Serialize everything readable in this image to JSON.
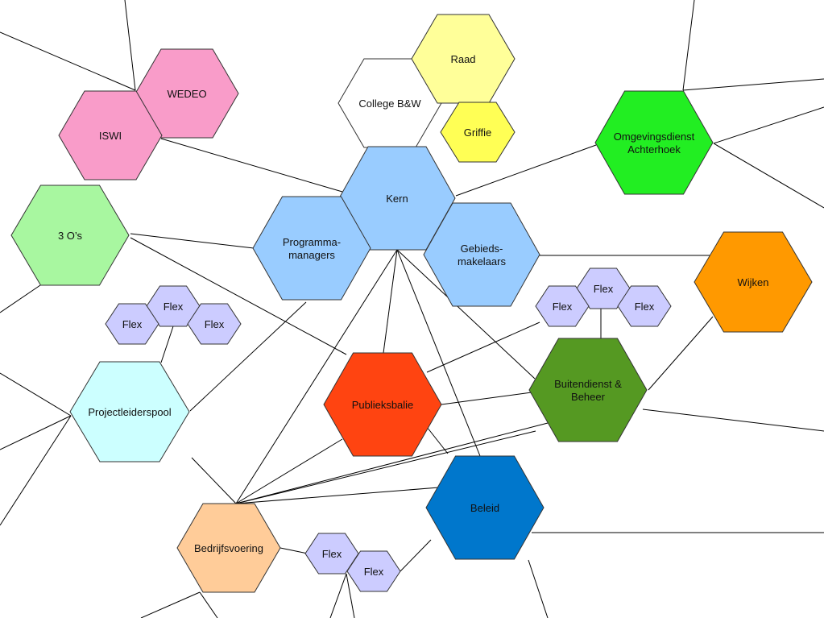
{
  "nodes": {
    "wedeo": {
      "label": "WEDEO",
      "color": "#f99cc9"
    },
    "iswi": {
      "label": "ISWI",
      "color": "#f99cc9"
    },
    "college": {
      "label": "College B&W",
      "color": "#ffffff"
    },
    "raad": {
      "label": "Raad",
      "color": "#ffff99"
    },
    "griffie": {
      "label": "Griffie",
      "color": "#ffff55"
    },
    "omgevingsdienst": {
      "label": [
        "Omgevingsdienst",
        "Achterhoek"
      ],
      "color": "#22ee22"
    },
    "kern": {
      "label": "Kern",
      "color": "#99ccff"
    },
    "programma": {
      "label": [
        "Programma-",
        "managers"
      ],
      "color": "#99ccff"
    },
    "gebieds": {
      "label": [
        "Gebieds-",
        "makelaars"
      ],
      "color": "#99ccff"
    },
    "drie_os": {
      "label": "3 O’s",
      "color": "#a8f7a0"
    },
    "wijken": {
      "label": "Wijken",
      "color": "#ff9900"
    },
    "flex_pl_top": {
      "label": "Flex",
      "color": "#ccccff"
    },
    "flex_pl_left": {
      "label": "Flex",
      "color": "#ccccff"
    },
    "flex_pl_right": {
      "label": "Flex",
      "color": "#ccccff"
    },
    "flex_bd_top": {
      "label": "Flex",
      "color": "#ccccff"
    },
    "flex_bd_left": {
      "label": "Flex",
      "color": "#ccccff"
    },
    "flex_bd_right": {
      "label": "Flex",
      "color": "#ccccff"
    },
    "projectleiderspool": {
      "label": "Projectleiderspool",
      "color": "#ccffff"
    },
    "publieksbalie": {
      "label": "Publieksbalie",
      "color": "#ff4411"
    },
    "buitendienst": {
      "label": [
        "Buitendienst &",
        "Beheer"
      ],
      "color": "#559922"
    },
    "beleid": {
      "label": "Beleid",
      "color": "#0077cc"
    },
    "bedrijfsvoering": {
      "label": "Bedrijfsvoering",
      "color": "#ffcc99"
    },
    "flex_bv_1": {
      "label": "Flex",
      "color": "#ccccff"
    },
    "flex_bv_2": {
      "label": "Flex",
      "color": "#ccccff"
    }
  }
}
